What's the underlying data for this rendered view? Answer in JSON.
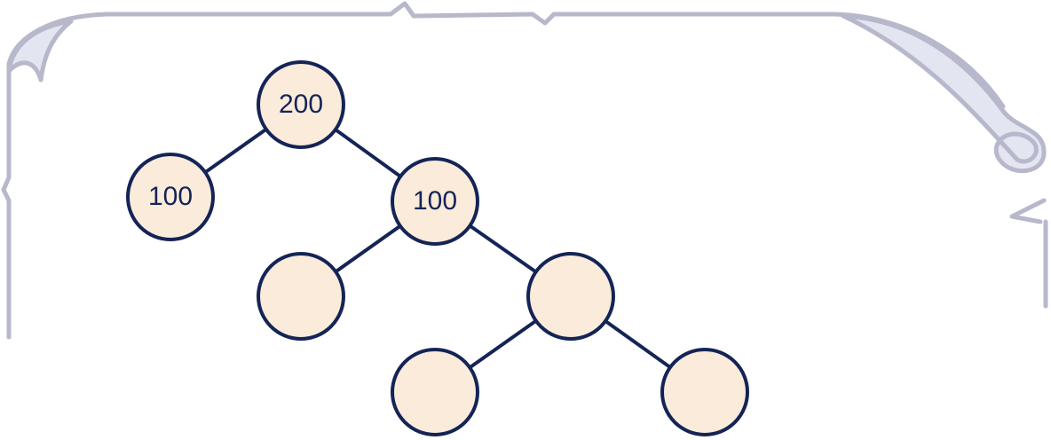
{
  "colors": {
    "scroll_stroke": "#b7b8cb",
    "scroll_curl_fill": "#e3e6f1",
    "node_fill": "#faebda",
    "node_stroke": "#152456",
    "edge_stroke": "#152456",
    "label_color": "#152456"
  },
  "tree": {
    "nodes": [
      {
        "id": "root",
        "label": "200"
      },
      {
        "id": "root-left",
        "label": "100"
      },
      {
        "id": "root-right",
        "label": "100"
      },
      {
        "id": "rr-left",
        "label": ""
      },
      {
        "id": "rr-right",
        "label": ""
      },
      {
        "id": "rrr-left",
        "label": ""
      },
      {
        "id": "rrr-right",
        "label": ""
      }
    ],
    "edges": [
      {
        "from": "root",
        "to": "root-left"
      },
      {
        "from": "root",
        "to": "root-right"
      },
      {
        "from": "root-right",
        "to": "rr-left"
      },
      {
        "from": "root-right",
        "to": "rr-right"
      },
      {
        "from": "rr-right",
        "to": "rrr-left"
      },
      {
        "from": "rr-right",
        "to": "rrr-right"
      }
    ]
  }
}
